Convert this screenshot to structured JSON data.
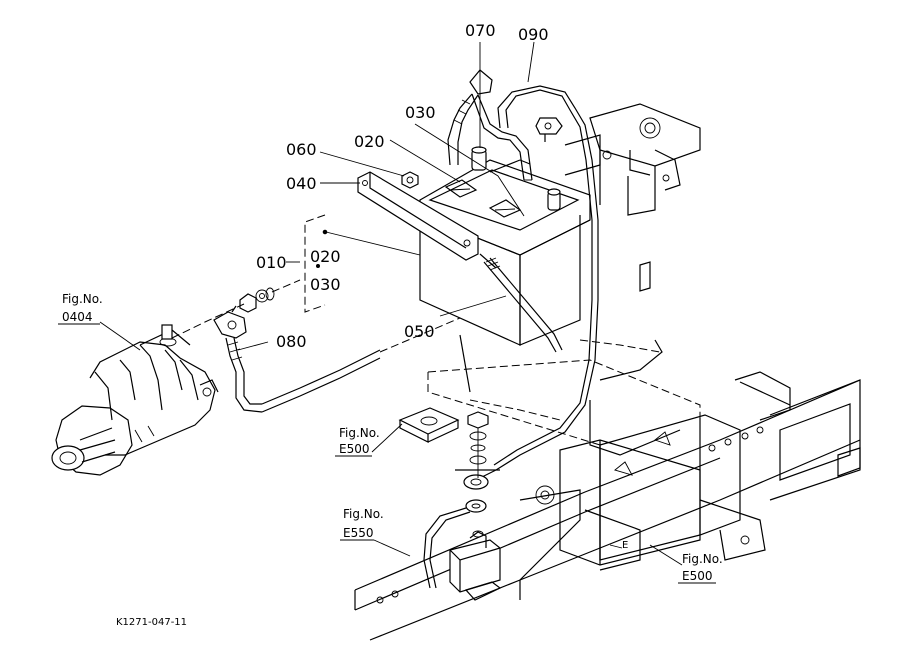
{
  "parts": [
    {
      "id": "070",
      "label": "070"
    },
    {
      "id": "090",
      "label": "090"
    },
    {
      "id": "030",
      "label": "030"
    },
    {
      "id": "060",
      "label": "060"
    },
    {
      "id": "020",
      "label": "020"
    },
    {
      "id": "040",
      "label": "040"
    },
    {
      "id": "010",
      "label": "010"
    },
    {
      "id": "020b",
      "label": "020"
    },
    {
      "id": "030b",
      "label": "030"
    },
    {
      "id": "080",
      "label": "080"
    },
    {
      "id": "050",
      "label": "050"
    }
  ],
  "figure_refs": [
    {
      "id": "0404",
      "prefix": "Fig.No.",
      "number": "0404"
    },
    {
      "id": "E500a",
      "prefix": "Fig.No.",
      "number": "E500"
    },
    {
      "id": "E550",
      "prefix": "Fig.No.",
      "number": "E550"
    },
    {
      "id": "E500b",
      "prefix": "Fig.No.",
      "number": "E500"
    }
  ],
  "drawing_code": "K1271-047-11"
}
